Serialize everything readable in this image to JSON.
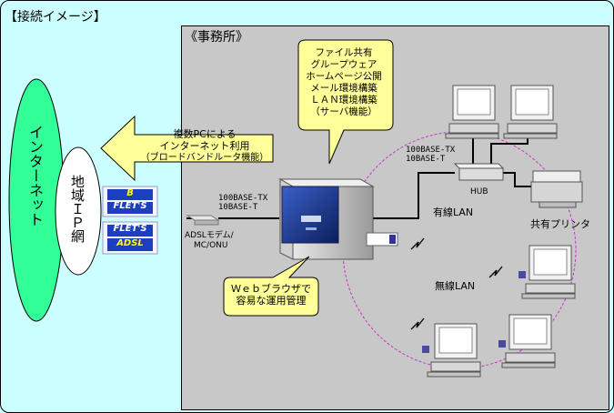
{
  "title": "【接続イメージ】",
  "office_label": "《事務所》",
  "internet_label": "インターネット",
  "regional_ip_label": "地域ＩＰ網",
  "flets_b": {
    "top": "B",
    "bottom": "FLET'S"
  },
  "flets_adsl": {
    "top": "FLET'S",
    "bottom": "ADSL"
  },
  "bubble_services": [
    "ファイル共有",
    "グループウェア",
    "ホームページ公開",
    "メール環境構築",
    "ＬＡＮ環境構築",
    "（サーバ機能）"
  ],
  "bubble_internet": [
    "複数PCによる",
    "インターネット利用",
    "（ブロードバンドルータ機能）"
  ],
  "bubble_browser": [
    "Ｗｅｂブラウザで",
    "容易な運用管理"
  ],
  "link_label_left": [
    "100BASE-TX",
    "10BASE-T"
  ],
  "link_label_hub": [
    "100BASE-TX",
    "10BASE-T"
  ],
  "modem_label": [
    "ADSLモデム/",
    "MC/ONU"
  ],
  "hub_label": "HUB",
  "wired_lan_label": "有線LAN",
  "wireless_lan_label": "無線LAN",
  "printer_label": "共有プリンタ",
  "colors": {
    "background": "#ccffff",
    "office": "#c8c8c8",
    "bubble": "#ffff99",
    "internet": "#33ff99",
    "server_face": "#1e3a8c",
    "wireless_ring": "#cc33cc"
  }
}
